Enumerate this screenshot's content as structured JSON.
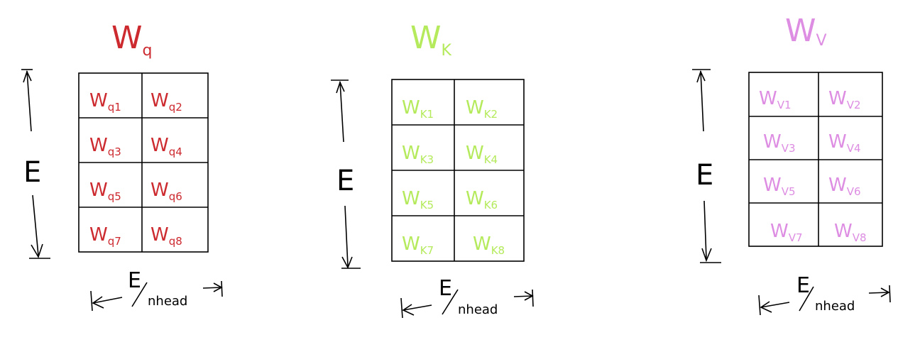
{
  "colors": {
    "q": "#cc2a2f",
    "k": "#b4ea5b",
    "v": "#dd8de2",
    "ink": "#000000"
  },
  "matrices": [
    {
      "id": "q",
      "title": {
        "main": "W",
        "sub": "q"
      },
      "cells": [
        {
          "main": "W",
          "sub": "q1"
        },
        {
          "main": "W",
          "sub": "q2"
        },
        {
          "main": "W",
          "sub": "q3"
        },
        {
          "main": "W",
          "sub": "q4"
        },
        {
          "main": "W",
          "sub": "q5"
        },
        {
          "main": "W",
          "sub": "q6"
        },
        {
          "main": "W",
          "sub": "q7"
        },
        {
          "main": "W",
          "sub": "q8"
        }
      ],
      "row_label": "E",
      "col_label": {
        "numerator": "E",
        "denominator": "nhead"
      }
    },
    {
      "id": "k",
      "title": {
        "main": "W",
        "sub": "K"
      },
      "cells": [
        {
          "main": "W",
          "sub": "K1"
        },
        {
          "main": "W",
          "sub": "K2"
        },
        {
          "main": "W",
          "sub": "K3"
        },
        {
          "main": "W",
          "sub": "K4"
        },
        {
          "main": "W",
          "sub": "K5"
        },
        {
          "main": "W",
          "sub": "K6"
        },
        {
          "main": "W",
          "sub": "K7"
        },
        {
          "main": "W",
          "sub": "K8"
        }
      ],
      "row_label": "E",
      "col_label": {
        "numerator": "E",
        "denominator": "nhead"
      }
    },
    {
      "id": "v",
      "title": {
        "main": "W",
        "sub": "V"
      },
      "cells": [
        {
          "main": "W",
          "sub": "V1"
        },
        {
          "main": "W",
          "sub": "V2"
        },
        {
          "main": "W",
          "sub": "V3"
        },
        {
          "main": "W",
          "sub": "V4"
        },
        {
          "main": "W",
          "sub": "V5"
        },
        {
          "main": "W",
          "sub": "V6"
        },
        {
          "main": "W",
          "sub": "V7"
        },
        {
          "main": "W",
          "sub": "V8"
        }
      ],
      "row_label": "E",
      "col_label": {
        "numerator": "E",
        "denominator": "nhead"
      }
    }
  ]
}
